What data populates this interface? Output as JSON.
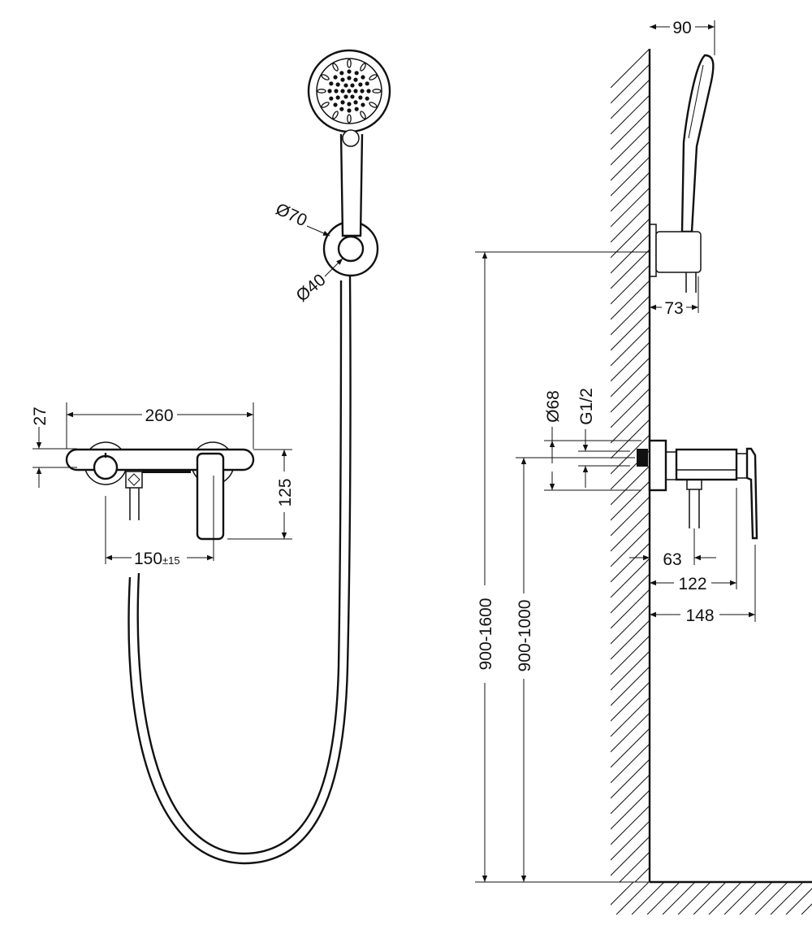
{
  "drawing": {
    "front_view": {
      "width_overall": "260",
      "body_height": "27",
      "spout_height": "125",
      "inlet_spacing": "150",
      "inlet_tolerance": "±15",
      "shower_holder_outer_diameter": "Ø70",
      "shower_holder_inner_diameter": "Ø40"
    },
    "side_view": {
      "hand_shower_depth": "90",
      "holder_projection": "73",
      "flange_diameter": "Ø68",
      "thread": "G1/2",
      "outlet_offset": "63",
      "body_projection": "122",
      "lever_projection": "148",
      "holder_height_range": "900-1600",
      "mixer_height_range": "900-1000"
    },
    "colors": {
      "line": "#111111",
      "background": "#ffffff"
    }
  }
}
